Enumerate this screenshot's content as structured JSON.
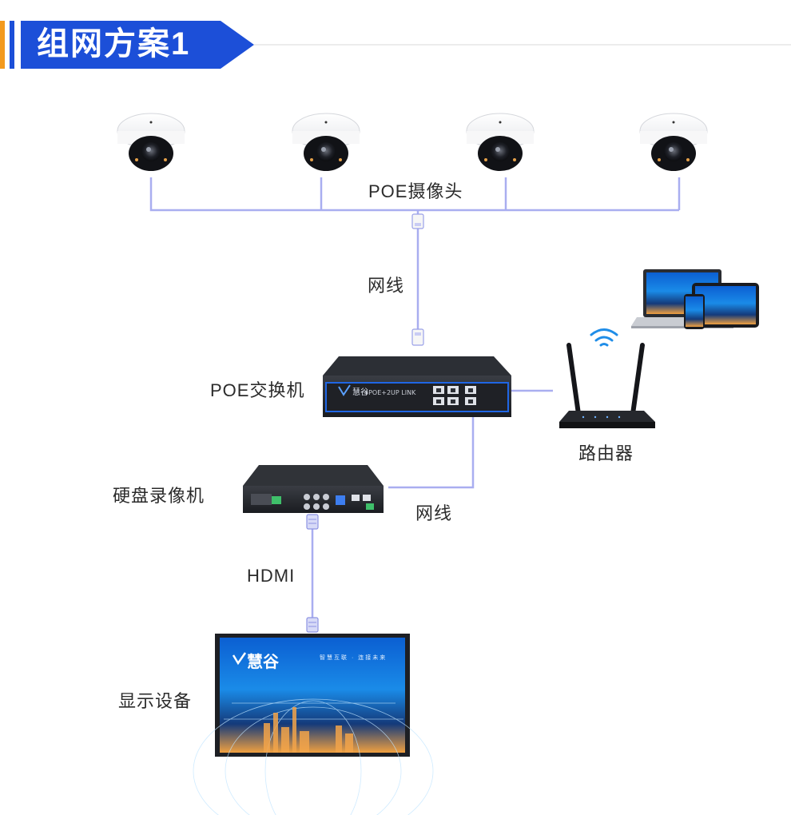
{
  "banner": {
    "title": "组网方案1"
  },
  "labels": {
    "cameras": "POE摄像头",
    "cable_top": "网线",
    "switch": "POE交换机",
    "router": "路由器",
    "nvr": "硬盘录像机",
    "cable_bottom": "网线",
    "hdmi": "HDMI",
    "display": "显示设备"
  },
  "brand": {
    "name": "慧谷"
  },
  "switch_panel": {
    "model_text": "4POE+2UP LINK"
  },
  "display_screen": {
    "slogan": "智慧互联 · 连接未来"
  },
  "colors": {
    "banner_blue": "#1c4fd8",
    "banner_orange": "#f39a1e",
    "connector_line": "#a9aef0",
    "device_dark": "#1d1f24",
    "accent_blue": "#1f66e5"
  },
  "icons": [
    "dome-camera-icon",
    "rj45-connector-icon",
    "poe-switch-icon",
    "wifi-router-icon",
    "wifi-signal-icon",
    "laptop-icon",
    "tablet-icon",
    "phone-icon",
    "nvr-icon",
    "hdmi-connector-icon",
    "monitor-icon"
  ]
}
